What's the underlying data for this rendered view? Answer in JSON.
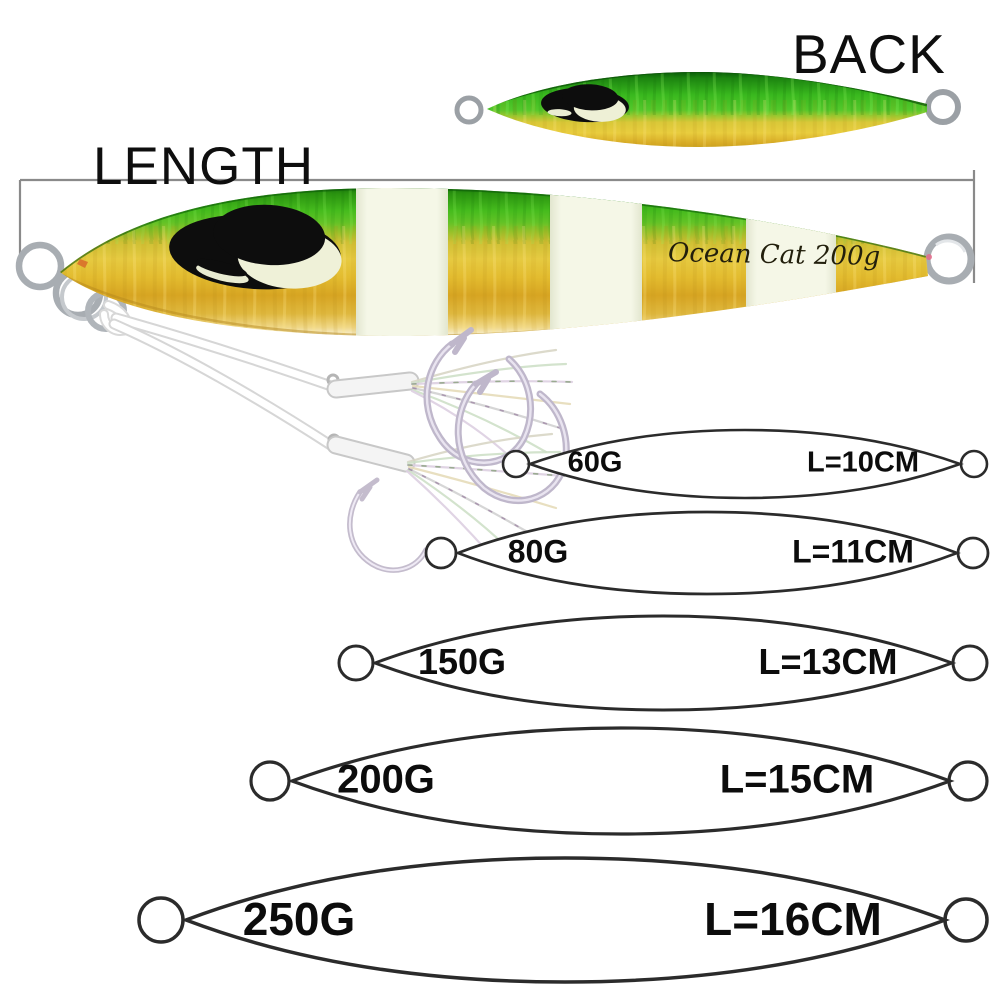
{
  "labels": {
    "back": "BACK",
    "length": "LENGTH"
  },
  "lure": {
    "brand_text": "Ocean Cat 200g"
  },
  "sizes": {
    "items": [
      {
        "weight": "60G",
        "length": "L=10CM"
      },
      {
        "weight": "80G",
        "length": "L=11CM"
      },
      {
        "weight": "150G",
        "length": "L=13CM"
      },
      {
        "weight": "200G",
        "length": "L=15CM"
      },
      {
        "weight": "250G",
        "length": "L=16CM"
      }
    ]
  },
  "colors": {
    "green": "#3fb81e",
    "gold": "#e8c83e",
    "glow_white": "#f3f6e4",
    "outline": "#2b2b2b"
  }
}
